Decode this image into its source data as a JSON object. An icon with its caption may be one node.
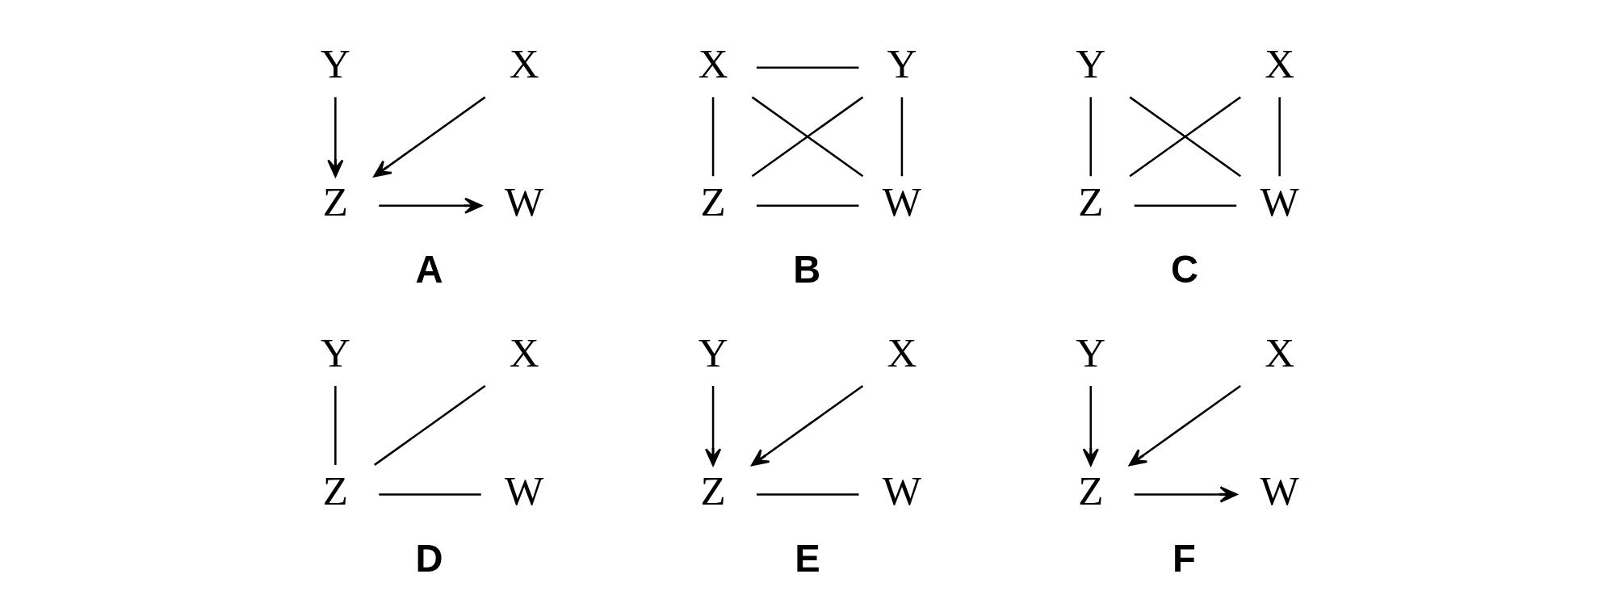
{
  "diagram": {
    "nodes": [
      {
        "text": [
          "X"
        ]
      },
      {
        "text": [
          "Y"
        ]
      },
      {
        "text": [
          "Z"
        ]
      },
      {
        "text": [
          "W"
        ]
      },
      {
        "text": [
          "X"
        ]
      },
      {
        "text": [
          "Y"
        ]
      },
      {
        "text": [
          "Z"
        ]
      },
      {
        "text": [
          "W"
        ]
      },
      {
        "text": [
          "X"
        ]
      },
      {
        "text": [
          "Y"
        ]
      },
      {
        "text": [
          "Z"
        ]
      },
      {
        "text": [
          "W"
        ]
      },
      {
        "text": [
          "X"
        ]
      },
      {
        "text": [
          "Y"
        ]
      },
      {
        "text": [
          "Z"
        ]
      },
      {
        "text": [
          "W"
        ]
      },
      {
        "text": [
          "X"
        ]
      },
      {
        "text": [
          "Y"
        ]
      },
      {
        "text": [
          "Z"
        ]
      },
      {
        "text": [
          "W"
        ]
      },
      {
        "text": [
          "X"
        ]
      },
      {
        "text": [
          "Y"
        ]
      },
      {
        "text": [
          "Z"
        ]
      },
      {
        "text": [
          "W"
        ]
      }
    ],
    "edges": [
      {
        "from": 0,
        "to": 2,
        "arrow": "to"
      },
      {
        "from": 1,
        "to": 2,
        "arrow": "to"
      },
      {
        "from": 2,
        "to": 3,
        "arrow": "to"
      },
      {
        "from": 4,
        "to": 5,
        "arrow": "none"
      },
      {
        "from": 4,
        "to": 6,
        "arrow": "none"
      },
      {
        "from": 4,
        "to": 7,
        "arrow": "none"
      },
      {
        "from": 5,
        "to": 6,
        "arrow": "none"
      },
      {
        "from": 5,
        "to": 7,
        "arrow": "none"
      },
      {
        "from": 6,
        "to": 7,
        "arrow": "none"
      },
      {
        "from": 8,
        "to": 10,
        "arrow": "none"
      },
      {
        "from": 8,
        "to": 11,
        "arrow": "none"
      },
      {
        "from": 9,
        "to": 10,
        "arrow": "none"
      },
      {
        "from": 9,
        "to": 11,
        "arrow": "none"
      },
      {
        "from": 10,
        "to": 11,
        "arrow": "none"
      },
      {
        "from": 12,
        "to": 14,
        "arrow": "none"
      },
      {
        "from": 13,
        "to": 14,
        "arrow": "none"
      },
      {
        "from": 14,
        "to": 15,
        "arrow": "none"
      },
      {
        "from": 16,
        "to": 18,
        "arrow": "to"
      },
      {
        "from": 17,
        "to": 18,
        "arrow": "to"
      },
      {
        "from": 18,
        "to": 19,
        "arrow": "none"
      },
      {
        "from": 20,
        "to": 22,
        "arrow": "to"
      },
      {
        "from": 21,
        "to": 22,
        "arrow": "to"
      },
      {
        "from": 22,
        "to": 23,
        "arrow": "to"
      }
    ],
    "labels": [
      "A",
      "B",
      "C",
      "D",
      "E",
      "F"
    ]
  }
}
